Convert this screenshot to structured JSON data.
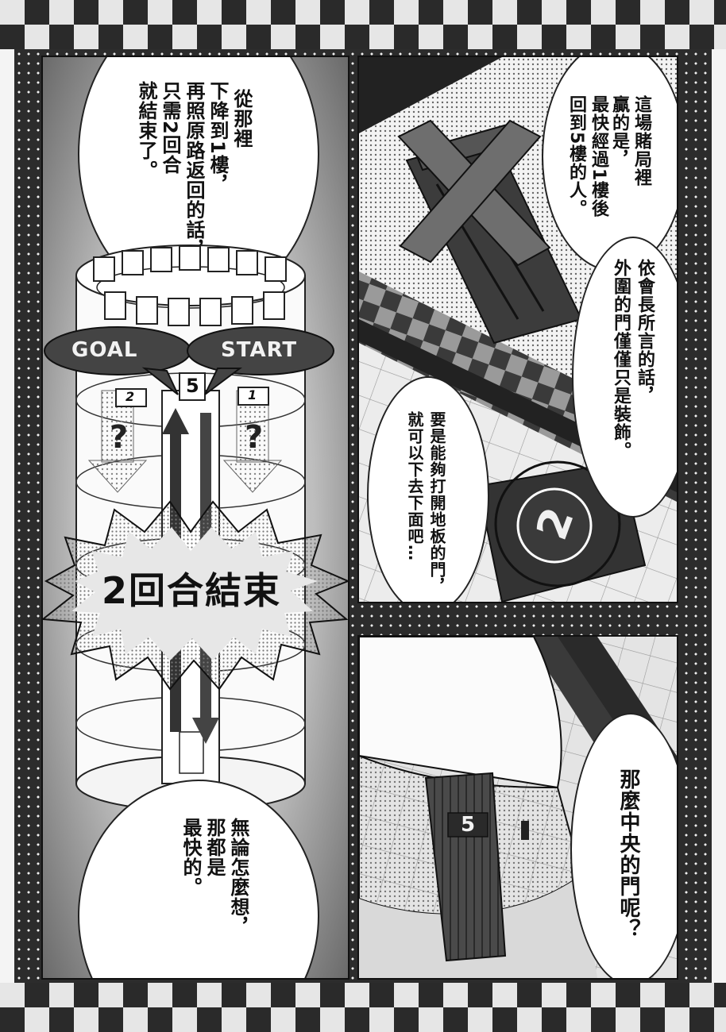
{
  "left_panel": {
    "bubble_top_lines": [
      "從那裡",
      "下降到1樓，",
      "再照原路返回的話，",
      "只需2回合",
      "就結束了。"
    ],
    "labels": {
      "goal": "GOAL",
      "start": "START",
      "floor_5": "5",
      "door_2": "2",
      "door_1": "1",
      "question_left": "?",
      "question_right": "?"
    },
    "burst_text": "2回合結束",
    "bubble_bottom_lines": [
      "無論怎麼想，",
      "那都是",
      "最快的。"
    ]
  },
  "top_right_panel": {
    "bubble_a_lines": [
      "這場賭局裡",
      "贏的是，",
      "最快經過1樓後",
      "回到5樓的人。"
    ],
    "bubble_b_lines": [
      "依會長所言的話，",
      "外圍的門僅僅只是裝飾。"
    ],
    "bubble_c_lines": [
      "要是能夠打開地板的門，",
      "就可以下去下面吧…"
    ],
    "floor_number": "2"
  },
  "bottom_right_panel": {
    "bubble_lines": [
      "那麼中央的門呢？"
    ],
    "door_number": "5"
  }
}
